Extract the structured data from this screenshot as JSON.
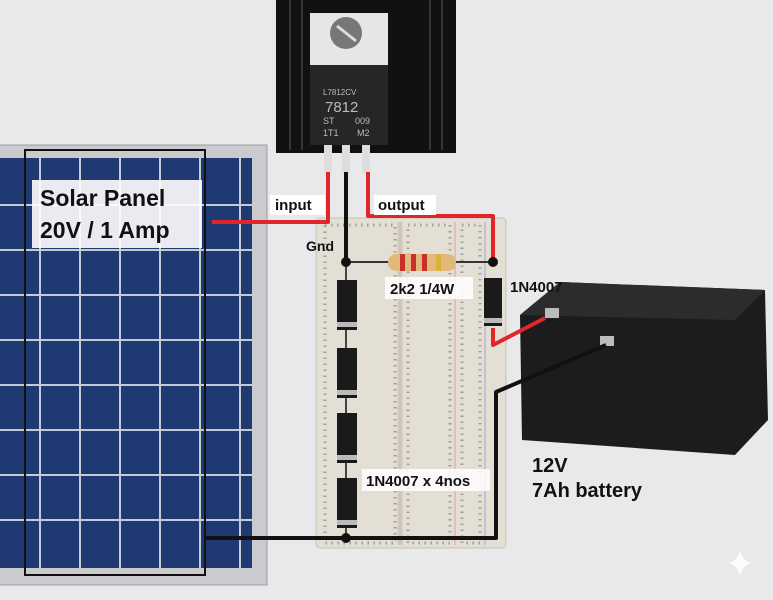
{
  "title_labels": {
    "solar_panel_line1": "Solar Panel",
    "solar_panel_line2": "20V / 1 Amp",
    "input": "input",
    "output": "output",
    "gnd": "Gnd",
    "resistor": "2k2 1/4W",
    "diode_single": "1N4007",
    "diode_bank": "1N4007 x 4nos",
    "battery_line1": "12V",
    "battery_line2": "7Ah battery"
  },
  "regulator": {
    "part_top": "L7812CV",
    "part_main": "7812",
    "brand": "ST",
    "code1": "009",
    "code2": "1T1",
    "code3": "M2"
  },
  "colors": {
    "background": "#e9e9eb",
    "wire_positive": "#e0262b",
    "wire_ground": "#111111",
    "panel_cell": "#233f7a"
  },
  "icons": [
    "sparkle-icon"
  ]
}
